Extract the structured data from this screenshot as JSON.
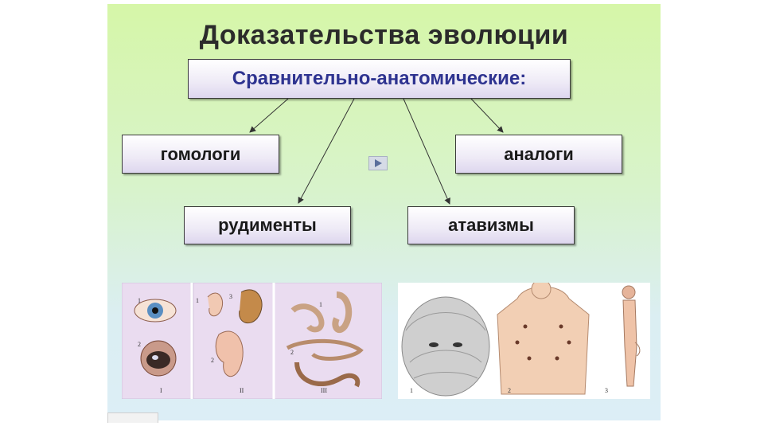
{
  "slide": {
    "title": "Доказательства эволюции",
    "main_box": "Сравнительно-анатомические:",
    "categories": {
      "homologs": "гомологи",
      "analogs": "аналоги",
      "rudiments": "рудименты",
      "atavisms": "атавизмы"
    }
  },
  "rudiments_panel": {
    "markers": [
      "1",
      "2",
      "1",
      "3",
      "2",
      "1",
      "2"
    ],
    "roman": [
      "I",
      "II",
      "III"
    ]
  },
  "atavisms_panel": {
    "markers": [
      "1",
      "2",
      "3"
    ]
  },
  "colors": {
    "title": "#2b2b2b",
    "main_box_text": "#2e3390",
    "panel_bg": "#e6d8ec",
    "background_top": "#d6f6a8",
    "background_bottom": "#dceef6"
  }
}
